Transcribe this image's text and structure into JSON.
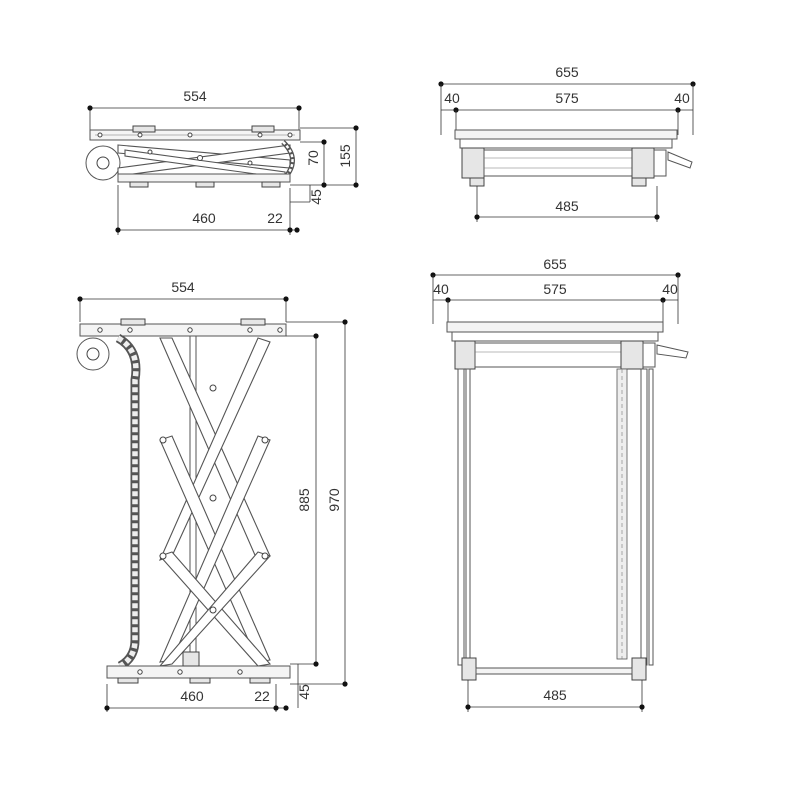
{
  "views": {
    "side_retracted": {
      "width_top": "554",
      "height_total": "155",
      "height_mech": "70",
      "offset": "45",
      "base_width": "460",
      "base_offset": "22"
    },
    "front_retracted": {
      "width_total": "655",
      "margin_left": "40",
      "inner_width": "575",
      "margin_right": "40",
      "bottom_width": "485"
    },
    "side_extended": {
      "width_top": "554",
      "height_mech": "885",
      "height_total": "970",
      "offset": "45",
      "base_width": "460",
      "base_offset": "22"
    },
    "front_extended": {
      "width_total": "655",
      "margin_left": "40",
      "inner_width": "575",
      "margin_right": "40",
      "bottom_width": "485"
    }
  },
  "colors": {
    "line": "#555555",
    "dimension": "#333333",
    "dot": "#111111"
  }
}
